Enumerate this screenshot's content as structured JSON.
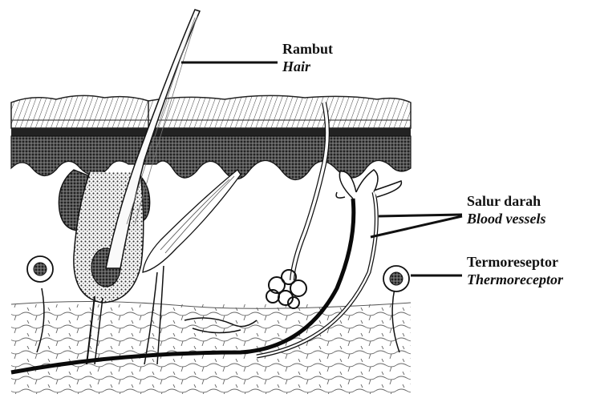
{
  "labels": {
    "hair": {
      "ms": "Rambut",
      "en": "Hair"
    },
    "blood_vessels": {
      "ms": "Salur darah",
      "en": "Blood vessels"
    },
    "thermoreceptor": {
      "ms": "Termoreseptor",
      "en": "Thermoreceptor"
    }
  },
  "colors": {
    "ink": "#111111",
    "paper": "#ffffff",
    "hatch": "#2a2a2a",
    "stipple": "#3a3a3a"
  }
}
